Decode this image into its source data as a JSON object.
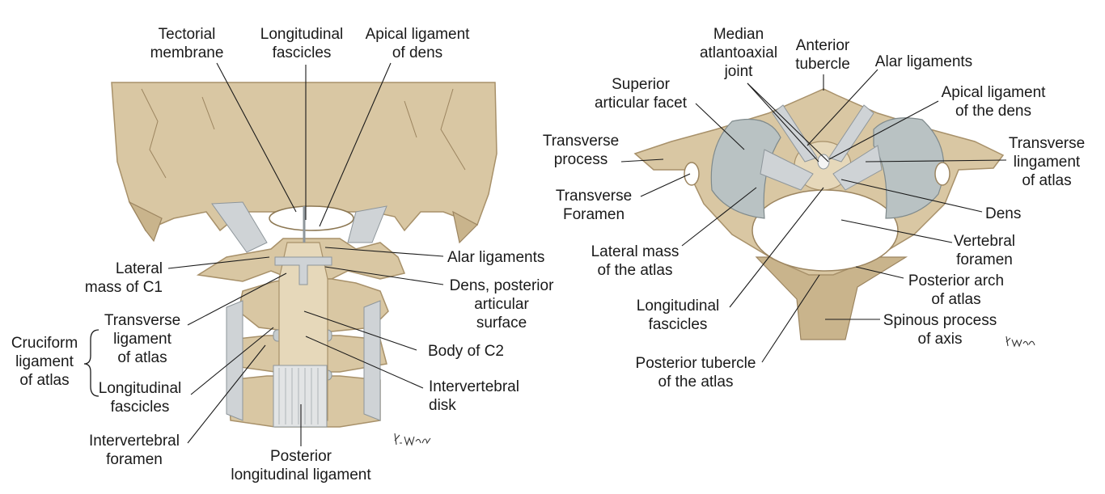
{
  "left_figure": {
    "labels": {
      "tectorial_membrane": [
        "Tectorial",
        "membrane"
      ],
      "longitudinal_fascicles_top": [
        "Longitudinal",
        "fascicles"
      ],
      "apical_ligament_of_dens": [
        "Apical ligament",
        "of dens"
      ],
      "alar_ligaments": [
        "Alar ligaments"
      ],
      "lateral_mass_c1": [
        "Lateral",
        "mass of C1"
      ],
      "dens_posterior_articular_surface": [
        "Dens, posterior",
        "articular",
        "surface"
      ],
      "transverse_ligament_of_atlas": [
        "Transverse",
        "ligament",
        "of atlas"
      ],
      "cruciform_ligament_of_atlas": [
        "Cruciform",
        "ligament",
        "of atlas"
      ],
      "longitudinal_fascicles_bottom": [
        "Longitudinal",
        "fascicles"
      ],
      "body_of_c2": [
        "Body of C2"
      ],
      "intervertebral_disk": [
        "Intervertebral",
        "disk"
      ],
      "intervertebral_foramen": [
        "Intervertebral",
        "foramen"
      ],
      "posterior_longitudinal_ligament": [
        "Posterior",
        "longitudinal ligament"
      ]
    }
  },
  "right_figure": {
    "labels": {
      "median_atlantoaxial_joint": [
        "Median",
        "atlantoaxial",
        "joint"
      ],
      "anterior_tubercle": [
        "Anterior",
        "tubercle"
      ],
      "alar_ligaments": [
        "Alar ligaments"
      ],
      "superior_articular_facet": [
        "Superior",
        "articular facet"
      ],
      "apical_ligament_of_the_dens": [
        "Apical ligament",
        "of the dens"
      ],
      "transverse_process": [
        "Transverse",
        "process"
      ],
      "transverse_lingament_of_atlas": [
        "Transverse",
        "lingament",
        "of atlas"
      ],
      "transverse_foramen": [
        "Transverse",
        "Foramen"
      ],
      "dens": [
        "Dens"
      ],
      "lateral_mass_of_the_atlas": [
        "Lateral mass",
        "of the atlas"
      ],
      "vertebral_foramen": [
        "Vertebral",
        "foramen"
      ],
      "posterior_arch_of_atlas": [
        "Posterior arch",
        "of atlas"
      ],
      "longitudinal_fascicles": [
        "Longitudinal",
        "fascicles"
      ],
      "spinous_process_of_axis": [
        "Spinous process",
        "of axis"
      ],
      "posterior_tubercle_of_the_atlas": [
        "Posterior tubercle",
        "of the atlas"
      ]
    }
  },
  "signature": "K. Wesker",
  "colors": {
    "bone": "#d9c7a3",
    "ligament": "#cfd3d6",
    "cartilage": "#b9c2c3",
    "text": "#1a1a1a"
  }
}
